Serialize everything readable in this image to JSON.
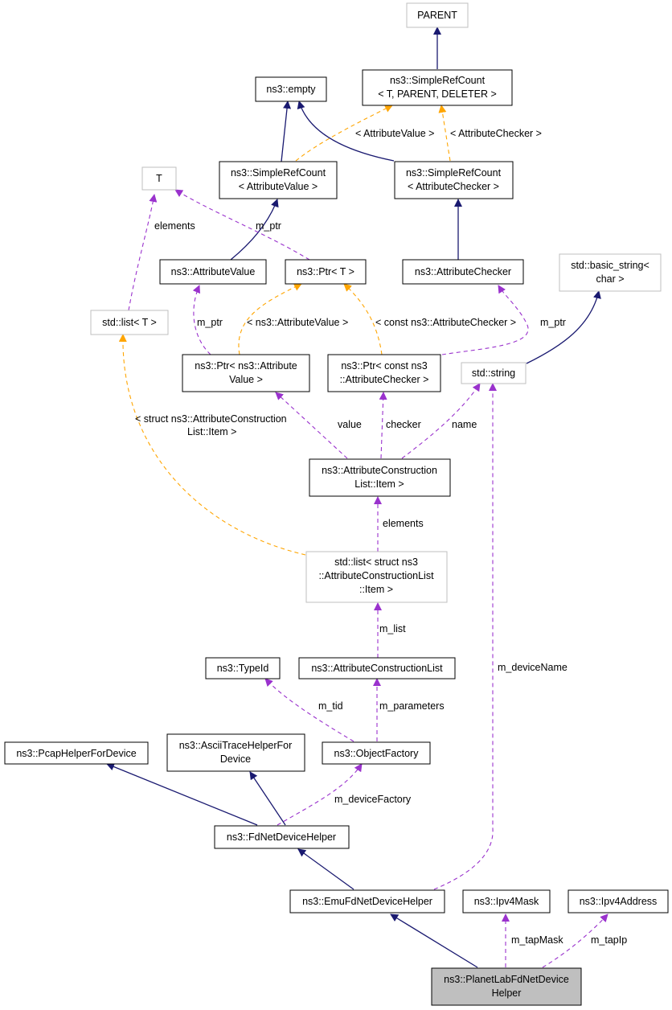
{
  "nodes": {
    "parent": {
      "lines": [
        "PARENT"
      ]
    },
    "simple_ref_count": {
      "lines": [
        "ns3::SimpleRefCount",
        "< T, PARENT, DELETER >"
      ]
    },
    "empty": {
      "lines": [
        "ns3::empty"
      ]
    },
    "simple_ref_count_attr_value": {
      "lines": [
        "ns3::SimpleRefCount",
        "< AttributeValue >"
      ]
    },
    "simple_ref_count_attr_checker": {
      "lines": [
        "ns3::SimpleRefCount",
        "< AttributeChecker >"
      ]
    },
    "t": {
      "lines": [
        "T"
      ]
    },
    "attribute_value": {
      "lines": [
        "ns3::AttributeValue"
      ]
    },
    "ptr_t": {
      "lines": [
        "ns3::Ptr< T >"
      ]
    },
    "attribute_checker": {
      "lines": [
        "ns3::AttributeChecker"
      ]
    },
    "basic_string": {
      "lines": [
        "std::basic_string<",
        "char >"
      ]
    },
    "list_t": {
      "lines": [
        "std::list< T >"
      ]
    },
    "ptr_attr_value": {
      "lines": [
        "ns3::Ptr< ns3::Attribute",
        "Value >"
      ]
    },
    "ptr_attr_checker": {
      "lines": [
        "ns3::Ptr< const ns3",
        "::AttributeChecker >"
      ]
    },
    "std_string": {
      "lines": [
        "std::string"
      ]
    },
    "acl_item": {
      "lines": [
        "ns3::AttributeConstruction",
        "List::Item >"
      ]
    },
    "list_item": {
      "lines": [
        "std::list< struct ns3",
        "::AttributeConstructionList",
        "::Item >"
      ]
    },
    "type_id": {
      "lines": [
        "ns3::TypeId"
      ]
    },
    "acl": {
      "lines": [
        "ns3::AttributeConstructionList"
      ]
    },
    "pcap_helper": {
      "lines": [
        "ns3::PcapHelperForDevice"
      ]
    },
    "ascii_helper": {
      "lines": [
        "ns3::AsciiTraceHelperFor",
        "Device"
      ]
    },
    "object_factory": {
      "lines": [
        "ns3::ObjectFactory"
      ]
    },
    "fd_helper": {
      "lines": [
        "ns3::FdNetDeviceHelper"
      ]
    },
    "emu_helper": {
      "lines": [
        "ns3::EmuFdNetDeviceHelper"
      ]
    },
    "ipv4_mask": {
      "lines": [
        "ns3::Ipv4Mask"
      ]
    },
    "ipv4_address": {
      "lines": [
        "ns3::Ipv4Address"
      ]
    },
    "planetlab_helper": {
      "lines": [
        "ns3::PlanetLabFdNetDevice",
        "Helper"
      ]
    }
  },
  "edge_labels": {
    "attr_value_template": "< AttributeValue >",
    "attr_checker_template": "< AttributeChecker >",
    "elements_t": "elements",
    "m_ptr_t": "m_ptr",
    "m_ptr_value": "m_ptr",
    "ns3_attr_value_template": "< ns3::AttributeValue >",
    "const_checker_template": "< const ns3::AttributeChecker >",
    "m_ptr_checker": "m_ptr",
    "struct_item_template_1": "< struct ns3::AttributeConstruction",
    "struct_item_template_2": "List::Item >",
    "value": "value",
    "checker": "checker",
    "name": "name",
    "elements_item": "elements",
    "m_list": "m_list",
    "m_device_name": "m_deviceName",
    "m_tid": "m_tid",
    "m_parameters": "m_parameters",
    "m_device_factory": "m_deviceFactory",
    "m_tap_mask": "m_tapMask",
    "m_tap_ip": "m_tapIp"
  },
  "colors": {
    "inheritance": "#191970",
    "usage": "#9a32cd",
    "template": "#ffa500",
    "focus_fill": "#bfbfbf",
    "external_border": "#bfbfbf"
  }
}
